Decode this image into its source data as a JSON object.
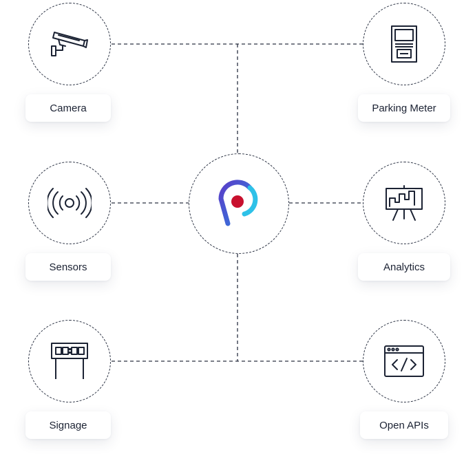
{
  "nodes": {
    "camera": {
      "label": "Camera",
      "icon": "security-camera-icon"
    },
    "sensors": {
      "label": "Sensors",
      "icon": "wireless-signal-icon"
    },
    "signage": {
      "label": "Signage",
      "icon": "digital-sign-icon"
    },
    "parking_meter": {
      "label": "Parking Meter",
      "icon": "parking-meter-icon"
    },
    "analytics": {
      "label": "Analytics",
      "icon": "presentation-chart-icon"
    },
    "open_apis": {
      "label": "Open APIs",
      "icon": "code-window-icon"
    }
  },
  "hub": {
    "icon": "brand-p-logo-icon"
  },
  "colors": {
    "line": "#2a3142",
    "text": "#1b2233",
    "logo_purple": "#5a3ec8",
    "logo_blue": "#2f7fe0",
    "logo_cyan": "#2ec1e8",
    "logo_red": "#c8102e"
  }
}
